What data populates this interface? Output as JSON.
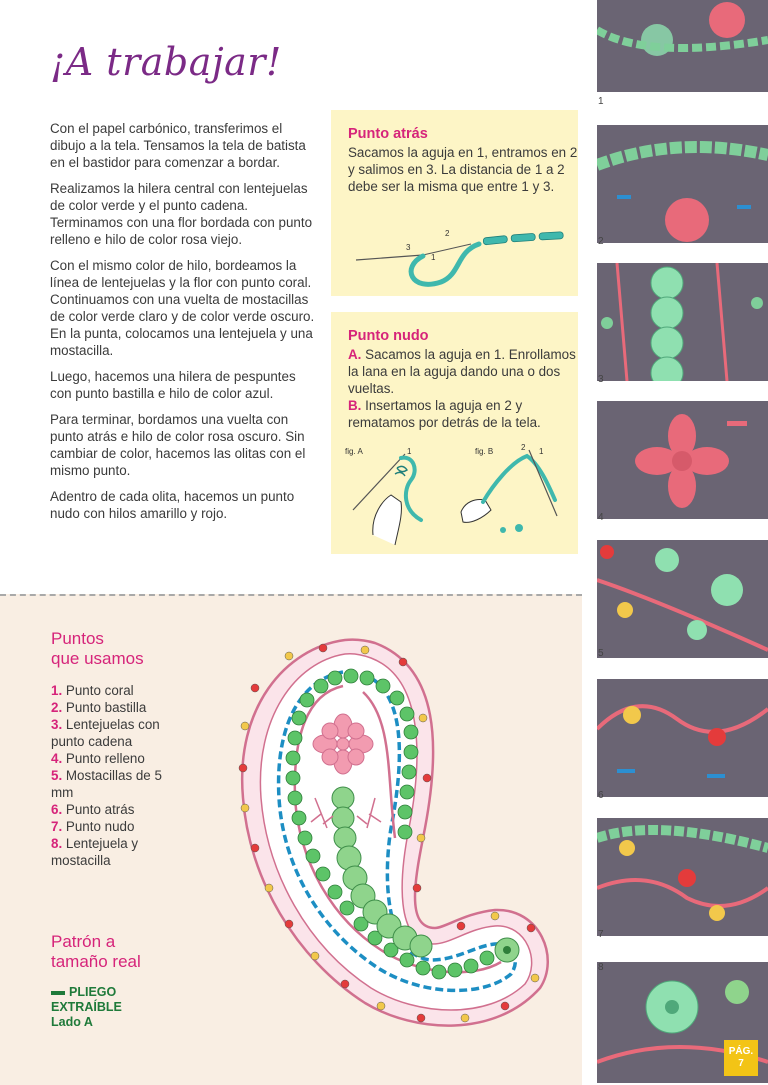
{
  "title": "¡A trabajar!",
  "intro": [
    "Con el papel carbónico, transferimos el dibujo a la tela. Tensamos la tela de batista en el bastidor para comenzar a bordar.",
    "Realizamos la hilera central con lentejuelas de color verde y el punto cadena. Terminamos con una flor bordada con punto relleno e hilo de color rosa viejo.",
    "Con el mismo color de hilo, bordeamos la línea de lentejuelas y la flor con punto coral. Continuamos con una vuelta de mostacillas de color verde claro y de color verde oscuro. En la punta, colocamos una lentejuela y una mostacilla.",
    "Luego, hacemos una hilera de pespuntes con punto bastilla e hilo de color azul.",
    "Para terminar, bordamos una vuelta con punto atrás e hilo de color rosa oscuro. Sin cambiar de color, hacemos las olitas con el mismo punto.",
    "Adentro de cada olita, hacemos un punto nudo con hilos amarillo y rojo."
  ],
  "punto_atras": {
    "title": "Punto atrás",
    "text": "Sacamos la aguja en 1, entramos en 2 y salimos en 3. La distancia de 1 a 2 debe ser la misma que entre 1 y 3.",
    "labels": [
      "3",
      "1",
      "2"
    ]
  },
  "punto_nudo": {
    "title": "Punto nudo",
    "a_mark": "A.",
    "a_text": "Sacamos la aguja en 1. Enrollamos la lana en la aguja dando una o dos vueltas.",
    "b_mark": "B.",
    "b_text": "Insertamos la aguja en 2 y rematamos por detrás de la tela.",
    "fig_a": "fig. A",
    "fig_b": "fig. B",
    "fig_a_num": "1",
    "fig_b_nums": [
      "2",
      "1"
    ]
  },
  "legend": {
    "title_line1": "Puntos",
    "title_line2": "que usamos",
    "items": [
      {
        "n": "1.",
        "label": "Punto coral"
      },
      {
        "n": "2.",
        "label": "Punto bastilla"
      },
      {
        "n": "3.",
        "label": "Lentejuelas con punto cadena"
      },
      {
        "n": "4.",
        "label": "Punto relleno"
      },
      {
        "n": "5.",
        "label": "Mostacillas de 5 mm"
      },
      {
        "n": "6.",
        "label": "Punto atrás"
      },
      {
        "n": "7.",
        "label": "Punto nudo"
      },
      {
        "n": "8.",
        "label": "Lentejuela y mostacilla"
      }
    ]
  },
  "patron": {
    "line1": "Patrón a",
    "line2": "tamaño real"
  },
  "pliego": {
    "line1": "PLIEGO",
    "line2": "EXTRAÍBLE",
    "line3": "Lado A"
  },
  "photos": [
    "1",
    "2",
    "3",
    "4",
    "5",
    "6",
    "7",
    "8"
  ],
  "page": {
    "label": "PÁG.",
    "number": "7"
  },
  "colors": {
    "title": "#7b2a86",
    "accent": "#d6247a",
    "box": "#fdf5c6",
    "lower_bg": "#f9eee3",
    "green": "#1f7a3a"
  }
}
